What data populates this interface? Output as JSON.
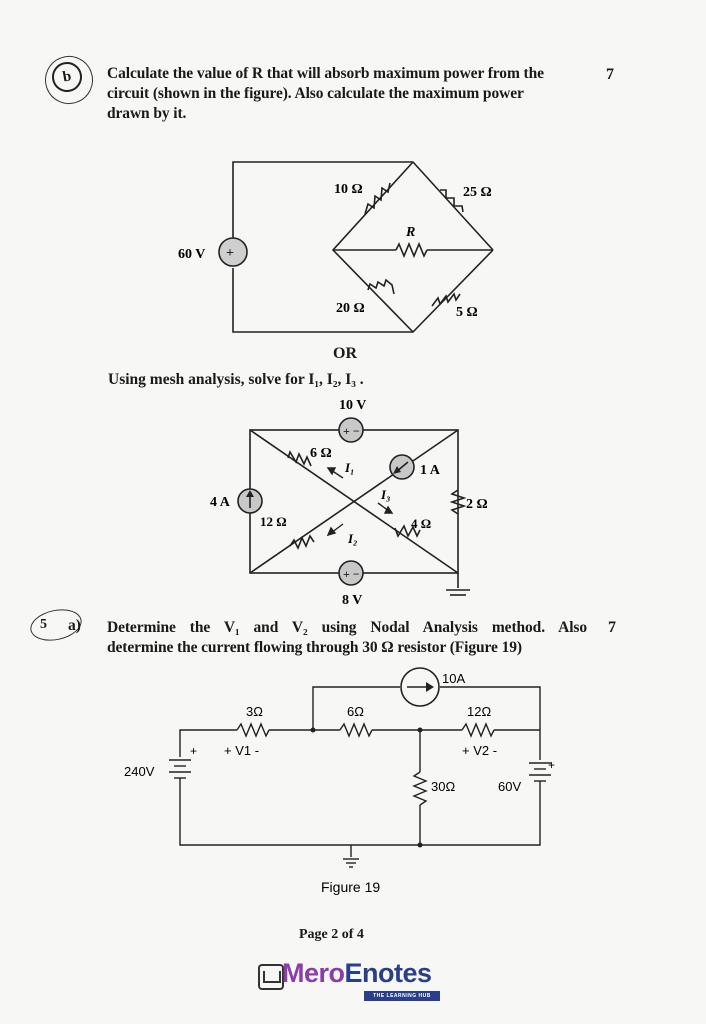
{
  "q4b": {
    "label": "b",
    "line1": "Calculate the value of R that will absorb maximum power from the",
    "line2": "circuit (shown in the figure). Also calculate the maximum power",
    "line3": "drawn by it.",
    "marks": "7"
  },
  "circuit1": {
    "source": "60 V",
    "r_top_left": "10 Ω",
    "r_top_right": "25 Ω",
    "r_middle": "R",
    "r_bottom_left": "20 Ω",
    "r_bottom_right": "5 Ω"
  },
  "or_text": "OR",
  "mesh": {
    "instruction": "Using mesh analysis, solve for I₁, I₂, I₃ .",
    "top_source": "10 V",
    "bottom_source": "8 V",
    "left_current": "4 A",
    "diag_current": "1 A",
    "r_top": "6 Ω",
    "r_left": "12 Ω",
    "r_right": "2 Ω",
    "r_bottom": "4 Ω",
    "i1": "I₁",
    "i2": "I₂",
    "i3": "I₃"
  },
  "q5a": {
    "number": "5",
    "label": "a)",
    "line1": "Determine the V₁ and V₂ using Nodal Analysis method. Also",
    "line2": "determine the current flowing through 30 Ω resistor (Figure 19)",
    "marks": "7"
  },
  "fig19": {
    "current_source": "10A",
    "r1": "3Ω",
    "r2": "6Ω",
    "r3": "12Ω",
    "r4": "30Ω",
    "v1": "+ V1 -",
    "v2": "+ V2 -",
    "src_left": "240V",
    "src_right": "60V",
    "caption": "Figure 19"
  },
  "footer": {
    "page": "Page 2 of 4",
    "logo_part1": "Mero",
    "logo_part2": "Enotes",
    "tagline": "THE LEARNING HUB"
  }
}
